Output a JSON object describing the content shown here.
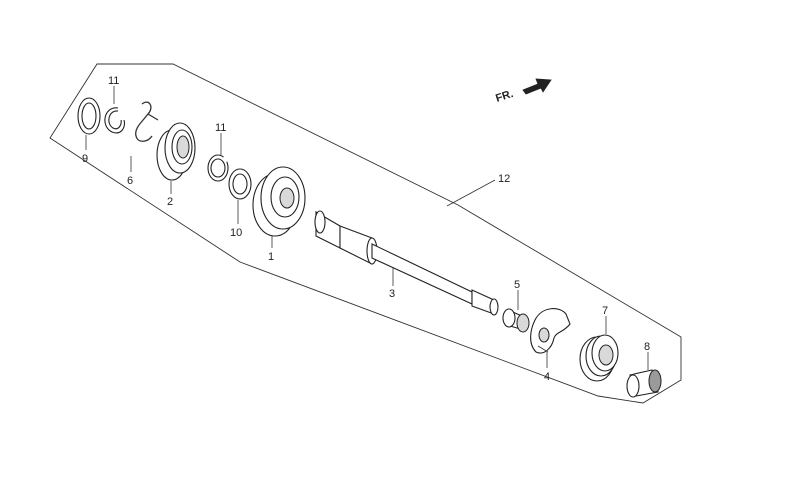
{
  "front_indicator": {
    "label": "FR.",
    "arrow_icon": "arrow-right-icon"
  },
  "callouts": {
    "c1": "1",
    "c2": "2",
    "c3": "3",
    "c4": "4",
    "c5": "5",
    "c6": "6",
    "c7": "7",
    "c8": "8",
    "c9": "9",
    "c10": "10",
    "c11a": "11",
    "c11b": "11",
    "c12": "12"
  },
  "colors": {
    "line": "#222222",
    "shade": "#d9d9d9",
    "dark": "#9a9a9a",
    "background": "#ffffff"
  }
}
